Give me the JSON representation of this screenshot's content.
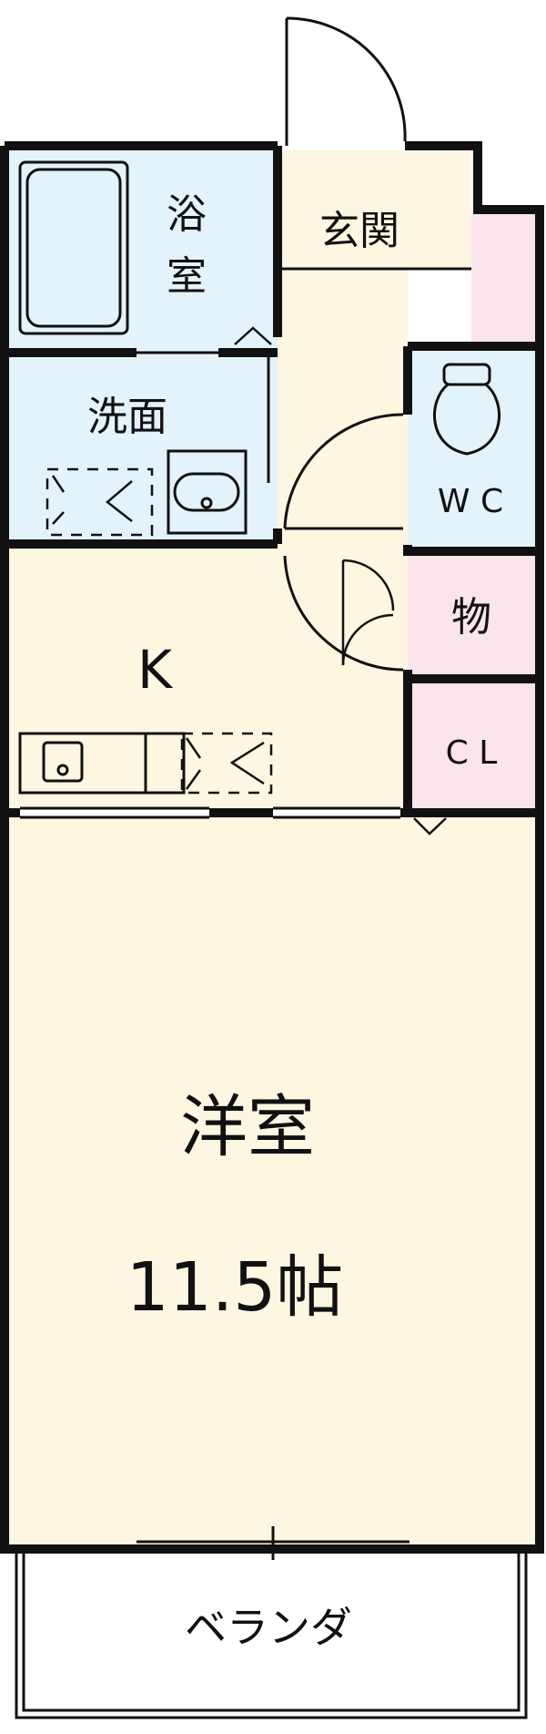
{
  "floorplan": {
    "rooms": {
      "bathroom": {
        "label_line1": "浴",
        "label_line2": "室"
      },
      "entrance": {
        "label": "玄関"
      },
      "washroom": {
        "label": "洗面"
      },
      "toilet": {
        "label": "W C"
      },
      "storage": {
        "label": "物"
      },
      "kitchen": {
        "label": "K"
      },
      "closet": {
        "label": "C L"
      },
      "western_room": {
        "label": "洋室",
        "size": "11.5帖"
      },
      "veranda": {
        "label": "ベランダ"
      }
    },
    "colors": {
      "wall": "#111111",
      "wet_area": "#e3f3fb",
      "floor": "#fdf6e0",
      "storage_pink": "#fce4ec"
    }
  }
}
